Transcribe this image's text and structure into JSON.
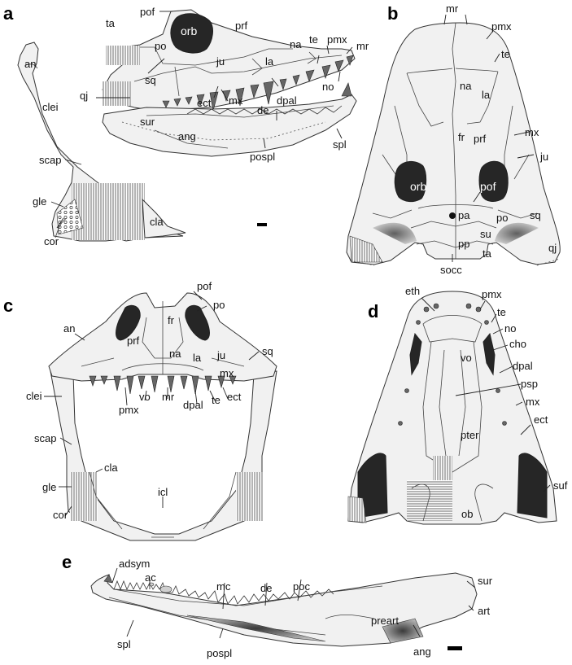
{
  "figure": {
    "panels": [
      {
        "id": "a",
        "letter": "a",
        "view": "skull and shoulder girdle, lateral",
        "labels": [
          "pof",
          "ta",
          "orb",
          "prf",
          "po",
          "na",
          "te",
          "pmx",
          "mr",
          "ju",
          "la",
          "sq",
          "no",
          "qj",
          "ect",
          "mx",
          "dpal",
          "de",
          "sur",
          "ang",
          "pospl",
          "spl",
          "an",
          "clei",
          "scap",
          "gle",
          "cor",
          "cla"
        ],
        "scale_bar": true
      },
      {
        "id": "b",
        "letter": "b",
        "view": "skull, dorsal",
        "labels": [
          "mr",
          "pmx",
          "te",
          "na",
          "la",
          "mx",
          "fr",
          "prf",
          "ju",
          "orb",
          "pof",
          "pa",
          "po",
          "sq",
          "su",
          "pp",
          "qj",
          "ta",
          "socc"
        ]
      },
      {
        "id": "c",
        "letter": "c",
        "view": "skull and shoulder girdle, anterior",
        "labels": [
          "pof",
          "po",
          "an",
          "fr",
          "prf",
          "na",
          "la",
          "ju",
          "sq",
          "mx",
          "clei",
          "pmx",
          "vo",
          "mr",
          "dpal",
          "te",
          "ect",
          "scap",
          "cla",
          "gle",
          "icl",
          "cor"
        ]
      },
      {
        "id": "d",
        "letter": "d",
        "view": "skull, ventral (palatal)",
        "labels": [
          "eth",
          "pmx",
          "te",
          "no",
          "cho",
          "vo",
          "dpal",
          "psp",
          "mx",
          "pter",
          "ect",
          "suf",
          "ob"
        ]
      },
      {
        "id": "e",
        "letter": "e",
        "view": "lower jaw, medial",
        "labels": [
          "adsym",
          "ac",
          "mc",
          "de",
          "poc",
          "sur",
          "art",
          "preart",
          "spl",
          "pospl",
          "ang"
        ],
        "scale_bar": true
      }
    ]
  },
  "panel_a": {
    "letter": "a",
    "pof": "pof",
    "ta": "ta",
    "orb": "orb",
    "prf": "prf",
    "po": "po",
    "na": "na",
    "te": "te",
    "pmx": "pmx",
    "mr": "mr",
    "ju": "ju",
    "la": "la",
    "sq": "sq",
    "no": "no",
    "qj": "qj",
    "ect": "ect",
    "mx": "mx",
    "dpal": "dpal",
    "de": "de",
    "sur": "sur",
    "ang": "ang",
    "pospl": "pospl",
    "spl": "spl",
    "an": "an",
    "clei": "clei",
    "scap": "scap",
    "gle": "gle",
    "cor": "cor",
    "cla": "cla"
  },
  "panel_b": {
    "letter": "b",
    "mr": "mr",
    "pmx": "pmx",
    "te": "te",
    "na": "na",
    "la": "la",
    "mx": "mx",
    "fr": "fr",
    "prf": "prf",
    "ju": "ju",
    "orb": "orb",
    "pof": "pof",
    "pa": "pa",
    "po": "po",
    "sq": "sq",
    "su": "su",
    "pp": "pp",
    "qj": "qj",
    "ta": "ta",
    "socc": "socc"
  },
  "panel_c": {
    "letter": "c",
    "pof": "pof",
    "po": "po",
    "an": "an",
    "fr": "fr",
    "prf": "prf",
    "na": "na",
    "la": "la",
    "ju": "ju",
    "sq": "sq",
    "mx": "mx",
    "clei": "clei",
    "pmx": "pmx",
    "vo": "vo",
    "mr": "mr",
    "dpal": "dpal",
    "te": "te",
    "ect": "ect",
    "scap": "scap",
    "cla": "cla",
    "gle": "gle",
    "icl": "icl",
    "cor": "cor"
  },
  "panel_d": {
    "letter": "d",
    "eth": "eth",
    "pmx": "pmx",
    "te": "te",
    "no": "no",
    "cho": "cho",
    "vo": "vo",
    "dpal": "dpal",
    "psp": "psp",
    "mx": "mx",
    "pter": "pter",
    "ect": "ect",
    "suf": "suf",
    "ob": "ob"
  },
  "panel_e": {
    "letter": "e",
    "adsym": "adsym",
    "ac": "ac",
    "mc": "mc",
    "de": "de",
    "poc": "poc",
    "sur": "sur",
    "art": "art",
    "preart": "preart",
    "spl": "spl",
    "pospl": "pospl",
    "ang": "ang"
  },
  "colors": {
    "bone_fill": "#f1f1f1",
    "fenestra_fill": "#262626",
    "outline": "#333333",
    "background": "#ffffff"
  }
}
